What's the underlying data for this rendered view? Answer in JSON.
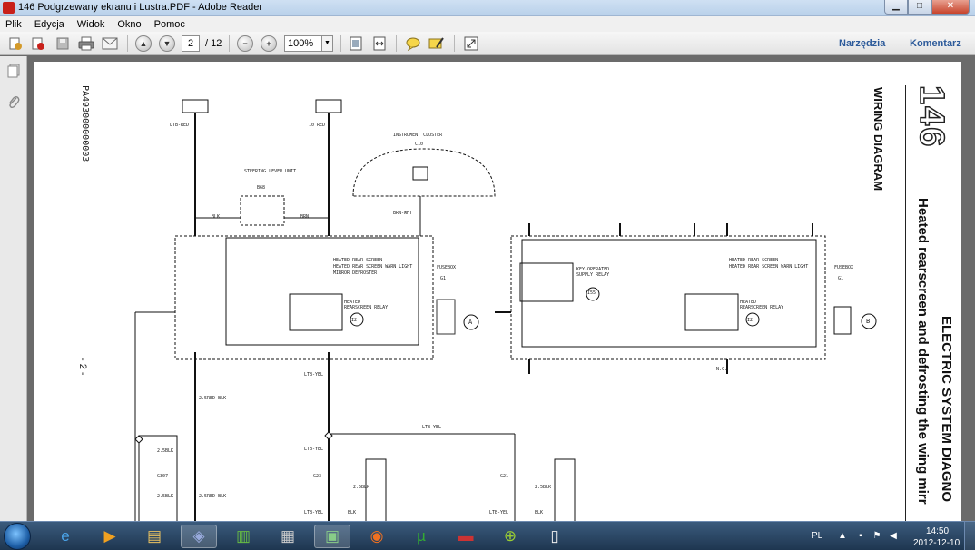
{
  "window": {
    "title": "146 Podgrzewany ekranu i Lustra.PDF - Adobe Reader"
  },
  "menu": [
    "Plik",
    "Edycja",
    "Widok",
    "Okno",
    "Pomoc"
  ],
  "toolbar": {
    "page_current": "2",
    "page_total": "/ 12",
    "zoom": "100%",
    "tools_label": "Narzędzia",
    "comment_label": "Komentarz"
  },
  "document": {
    "doc_code": "PA493000000003",
    "page_marker": "- 2 -",
    "model": "146",
    "section": "WIRING DIAGRAM",
    "title_line1": "ELECTRIC SYSTEM DIAGNO",
    "title_line2": "Heated rearscreen and defrosting the wing mirr",
    "labels": {
      "ltb_red": "LTB-RED",
      "ten_red": "10 RED",
      "instrument_cluster": "INSTRUMENT CLUSTER",
      "c10": "C10",
      "steering_lever_unit": "STEERING LEVER UNIT",
      "b68": "B68",
      "blk": "BLK",
      "brn": "BRN",
      "brn_wht": "BRN-WHT",
      "heated_text_1": "HEATED REAR SCREEN",
      "heated_text_2": "HEATED REAR SCREEN WARN LIGHT",
      "mirror_defroster": "MIRROR DEFROSTER",
      "heated_relay": "HEATED REARSCREEN RELAY",
      "i2": "I2",
      "fusebox": "FUSEBOX",
      "g1": "G1",
      "a": "A",
      "b": "B",
      "key_operated": "KEY-OPERATED SUPPLY RELAY",
      "i55": "I55",
      "ltb_yel": "LTB-YEL",
      "red_blk": "2.5RED-BLK",
      "twobk": "2.5BLK",
      "g307": "G307",
      "g23": "G23",
      "g21": "G21",
      "nc": "N.C."
    }
  },
  "taskbar": {
    "lang": "PL",
    "time": "14:50",
    "date": "2012-12-10",
    "apps": [
      {
        "name": "internet-explorer-icon",
        "glyph": "e"
      },
      {
        "name": "media-player-icon",
        "glyph": "▶"
      },
      {
        "name": "file-explorer-icon",
        "glyph": "▤"
      },
      {
        "name": "network-icon",
        "glyph": "◈"
      },
      {
        "name": "archive-icon",
        "glyph": "▥"
      },
      {
        "name": "calculator-icon",
        "glyph": "▦"
      },
      {
        "name": "screen-icon",
        "glyph": "▣"
      },
      {
        "name": "firefox-icon",
        "glyph": "◉"
      },
      {
        "name": "torrent-icon",
        "glyph": "µ"
      },
      {
        "name": "save-disk-icon",
        "glyph": "▬"
      },
      {
        "name": "scope-icon",
        "glyph": "⊕"
      },
      {
        "name": "document-icon",
        "glyph": "▯"
      }
    ]
  },
  "colors": {
    "link": "#2c5a9a",
    "taskbar": "#1e3650",
    "doc_bg": "#6b6b6b"
  }
}
